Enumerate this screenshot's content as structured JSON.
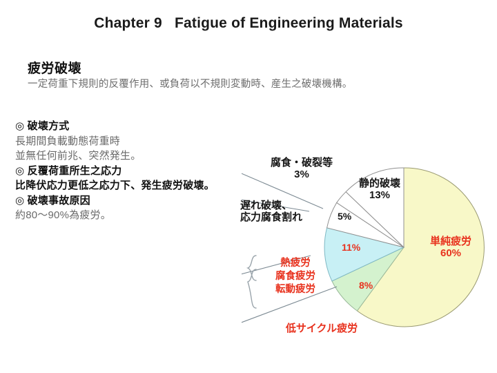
{
  "slide": {
    "title": "Chapter 9   Fatigue of Engineering Materials",
    "lead_heading": "疲労破壊",
    "lead_sub": "一定荷重下規則的反覆作用、或負荷以不規則変動時、産生之破壊機構。",
    "notes": [
      {
        "text": "◎ 破壊方式",
        "style": "bold"
      },
      {
        "text": "長期間負載動態荷重時",
        "style": "gray"
      },
      {
        "text": "並無任何前兆、突然発生。",
        "style": "gray"
      },
      {
        "text": "◎ 反覆荷重所生之応力",
        "style": "bold"
      },
      {
        "text": "比降伏応力更低之応力下、発生疲労破壊。",
        "style": "dark"
      },
      {
        "text": "◎ 破壊事故原因",
        "style": "bold"
      },
      {
        "text": "約80～90%為疲労。",
        "style": "gray"
      }
    ]
  },
  "chart_data": {
    "type": "pie",
    "title": "",
    "unit": "%",
    "categories": [
      "単純疲労",
      "低サイクル疲労",
      "熱疲労・腐食疲労・転動疲労",
      "遅れ破壊、応力腐食割れ",
      "腐食・破裂等",
      "静的破壊"
    ],
    "values": [
      60,
      8,
      11,
      5,
      3,
      13
    ],
    "slices": [
      {
        "label": "単純疲労",
        "pct_text": "60%",
        "value": 60,
        "color": "#f8f8c8",
        "label_color": "#e8321e",
        "label_placement": "inside-right"
      },
      {
        "label": "低サイクル疲労",
        "pct_text": "8%",
        "value": 8,
        "color": "#d4f2ce",
        "label_color": "#e8321e",
        "label_placement": "leader-bottom-left"
      },
      {
        "label": "熱疲労\n腐食疲労\n転動疲労",
        "pct_text": "11%",
        "value": 11,
        "color": "#c8f0f5",
        "label_color": "#e8321e",
        "label_placement": "leader-left-bracket"
      },
      {
        "label": "遅れ破壊、\n応力腐食割れ",
        "pct_text": "5%",
        "value": 5,
        "color": "#ffffff",
        "label_color": "#161616",
        "label_placement": "leader-left"
      },
      {
        "label": "腐食・破裂等",
        "pct_text": "3%",
        "value": 3,
        "color": "#ffffff",
        "label_color": "#161616",
        "label_placement": "leader-upper-left"
      },
      {
        "label": "静的破壊",
        "pct_text": "13%",
        "value": 13,
        "color": "#ffffff",
        "label_color": "#161616",
        "label_placement": "inside-top"
      }
    ],
    "labels": {
      "simple_fatigue": "単純疲労",
      "simple_fatigue_pct": "60%",
      "low_cycle_fatigue": "低サイクル疲労",
      "low_cycle_fatigue_pct": "8%",
      "thermal_fatigue": "熱疲労",
      "corrosion_fatigue": "腐食疲労",
      "rolling_fatigue": "転動疲労",
      "group_pct": "11%",
      "delayed_fracture_l1": "遅れ破壊、",
      "delayed_fracture_l2": "応力腐食割れ",
      "delayed_fracture_pct": "5%",
      "corrosion_rupture": "腐食・破裂等",
      "corrosion_rupture_pct": "3%",
      "static_fracture": "静的破壊",
      "static_fracture_pct": "13%"
    },
    "colors": {
      "pale_yellow": "#f8f8c8",
      "pale_green": "#d4f2ce",
      "pale_cyan": "#c8f0f5",
      "white": "#ffffff",
      "outline": "#8a8a6a",
      "leader": "#7c8a93",
      "red_text": "#e8321e",
      "black_text": "#161616"
    },
    "legend_position": "none",
    "grid": false
  }
}
